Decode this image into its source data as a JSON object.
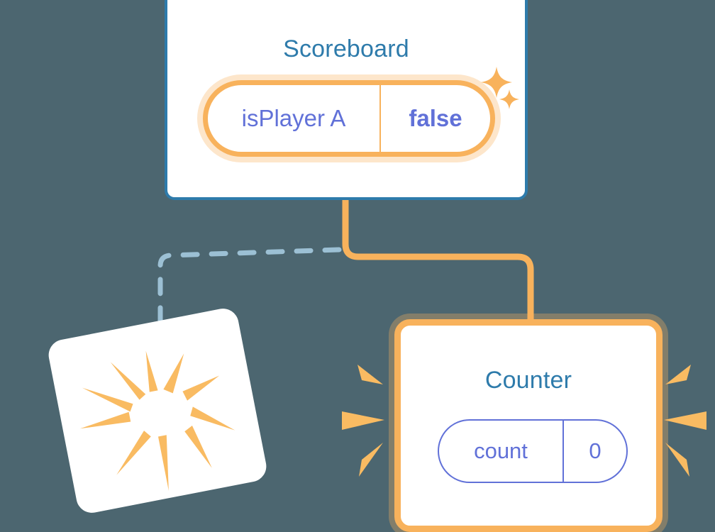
{
  "diagram": {
    "title": "Scoreboard and Counter component state diagram",
    "background_color": "#4c6670",
    "accent_orange": "#f8b25c",
    "accent_orange_soft": "#fbd9a8",
    "accent_blue": "#2e7bab",
    "accent_indigo": "#6171d8",
    "dashed_line_color": "#9cc0d4"
  },
  "scoreboard": {
    "title": "Scoreboard",
    "state_pill": {
      "key": "isPlayer A",
      "value": "false",
      "highlighted": true
    },
    "sparkles": [
      {
        "name": "sparkle-large",
        "size": 44
      },
      {
        "name": "sparkle-small",
        "size": 28
      }
    ]
  },
  "counter": {
    "title": "Counter",
    "state_pill": {
      "key": "count",
      "value": "0",
      "highlighted": false
    },
    "highlighted": true
  },
  "blank_card": {
    "title": "",
    "highlighted": false,
    "rotation_degrees": -11
  },
  "connections": [
    {
      "name": "scoreboard-to-counter",
      "style": "solid",
      "color": "#f8b25c",
      "from": "scoreboard",
      "to": "counter"
    },
    {
      "name": "scoreboard-to-blank-card",
      "style": "dashed",
      "color": "#9cc0d4",
      "from": "scoreboard",
      "to": "blank-card"
    }
  ]
}
